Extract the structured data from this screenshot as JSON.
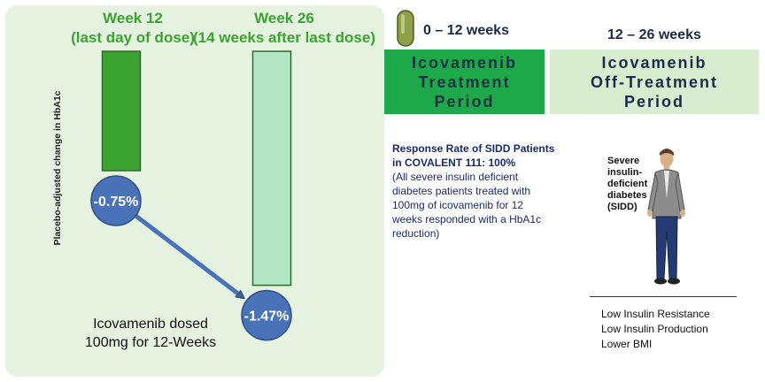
{
  "chart_data": {
    "type": "bar",
    "ylabel": "Placebo-adjusted change in HbA1c",
    "categories": [
      "Week 12\n(last day of dose)",
      "Week 26\n(14 weeks after last dose)"
    ],
    "category_lines": [
      [
        "Week 12",
        "(last day of dose)"
      ],
      [
        "Week 26",
        "(14 weeks after last dose)"
      ]
    ],
    "values": [
      -0.75,
      -1.47
    ],
    "value_labels": [
      "-0.75%",
      "-1.47%"
    ],
    "ylim": [
      -1.6,
      0
    ],
    "bar_colors": [
      "#3aa42f",
      "#b3e6c4"
    ],
    "bar_border": "#2e6b2e",
    "label_color": "#4a72b8",
    "category_colors": [
      "#3aa42f",
      "#3aa42f"
    ],
    "annotation": "Icovamenib dosed 100mg for 12-Weeks",
    "annotation_lines": [
      "Icovamenib dosed",
      "100mg for 12-Weeks"
    ],
    "grid": false
  },
  "periods": [
    {
      "range": "0 – 12 weeks",
      "lines": [
        "Icovamenib",
        "Treatment",
        "Period"
      ]
    },
    {
      "range": "12 – 26 weeks",
      "lines": [
        "Icovamenib",
        "Off-Treatment",
        "Period"
      ]
    }
  ],
  "response": {
    "title_lines": [
      "Response Rate of SIDD Patients",
      "in COVALENT 111: 100%"
    ],
    "body_lines": [
      "(All severe insulin deficient",
      "diabetes patients treated with",
      "100mg of icovamenib for 12",
      "weeks responded with a HbA1c",
      "reduction)"
    ]
  },
  "person_label_lines": [
    "Severe",
    "insulin-",
    "deficient",
    "diabetes",
    "(SIDD)"
  ],
  "traits": [
    "Low Insulin Resistance",
    "Low Insulin Production",
    "Lower BMI"
  ],
  "icons": {
    "pill": "capsule-icon",
    "person": "person-icon"
  },
  "colors": {
    "panel_bg": "#e5f2e0",
    "navy": "#1b2a4a",
    "green": "#1da84a",
    "light_green": "#d8ecd0"
  }
}
